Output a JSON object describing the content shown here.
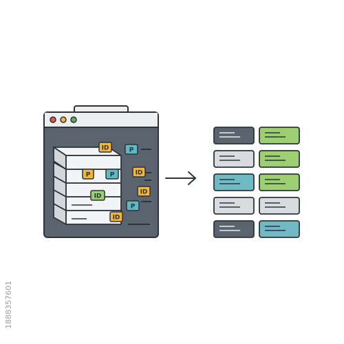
{
  "illustration": {
    "colors": {
      "outline": "#2d3338",
      "window_body": "#5a646e",
      "window_bar": "#eceef0",
      "dot_red": "#e2584f",
      "dot_yellow": "#f2b53c",
      "dot_green": "#5fae59",
      "sheet": "#f3f4f5",
      "sheet_side": "#d4d7da",
      "tag_id": "#f4b53f",
      "tag_p": "#5fb8c4",
      "tag_id_green": "#9bcf72",
      "cell_dark": "#5a646e",
      "cell_light": "#d9dcdf",
      "cell_green": "#9bcf72",
      "cell_teal": "#6fbac4",
      "arrow": "#2d3338"
    },
    "tags": {
      "id_label": "ID",
      "p_label": "P"
    },
    "table_rows": [
      [
        "dark",
        "green"
      ],
      [
        "light",
        "green"
      ],
      [
        "teal",
        "green"
      ],
      [
        "light",
        "light"
      ],
      [
        "dark",
        "teal"
      ]
    ]
  },
  "watermark": {
    "side_id": "1888357601"
  }
}
